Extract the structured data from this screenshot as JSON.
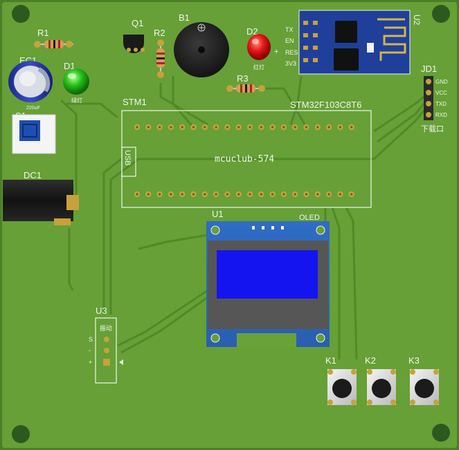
{
  "board": {
    "colors": {
      "pcb": "#66a036",
      "pcb_edge": "#4c7f25",
      "trace": "#4f8a27",
      "silk": "#f2f5f0",
      "pad": "#c8a13c",
      "hole": "#1d2a14"
    }
  },
  "components": {
    "r1": "R1",
    "r2": "R2",
    "r3": "R3",
    "q1": "Q1",
    "b1": "B1",
    "d1": "D1",
    "d1_note": "绿灯",
    "d2": "D2",
    "d2_note": "红灯",
    "d2_plus": "+",
    "ec1": "EC1",
    "ec1_value": "220uF",
    "s1": "S1",
    "dc1": "DC1",
    "u1": "U1",
    "oled": "OLED",
    "u2": "U2",
    "u3": "U3",
    "u3_note": "振动",
    "jd1": "JD1",
    "jd1_note": "下载口",
    "stm1": "STM1",
    "mcu_part": "STM32F103C8T6",
    "mcu_usb": "USB",
    "mcu_silk": "mcuclub-574",
    "k1": "K1",
    "k2": "K2",
    "k3": "K3"
  },
  "wifi_pins": [
    "TX",
    "EN",
    "RES",
    "3V3"
  ],
  "jd1_pins": [
    "GND",
    "VCC",
    "TXD",
    "RXD"
  ],
  "u3_pins": [
    "S",
    "-",
    "+"
  ]
}
